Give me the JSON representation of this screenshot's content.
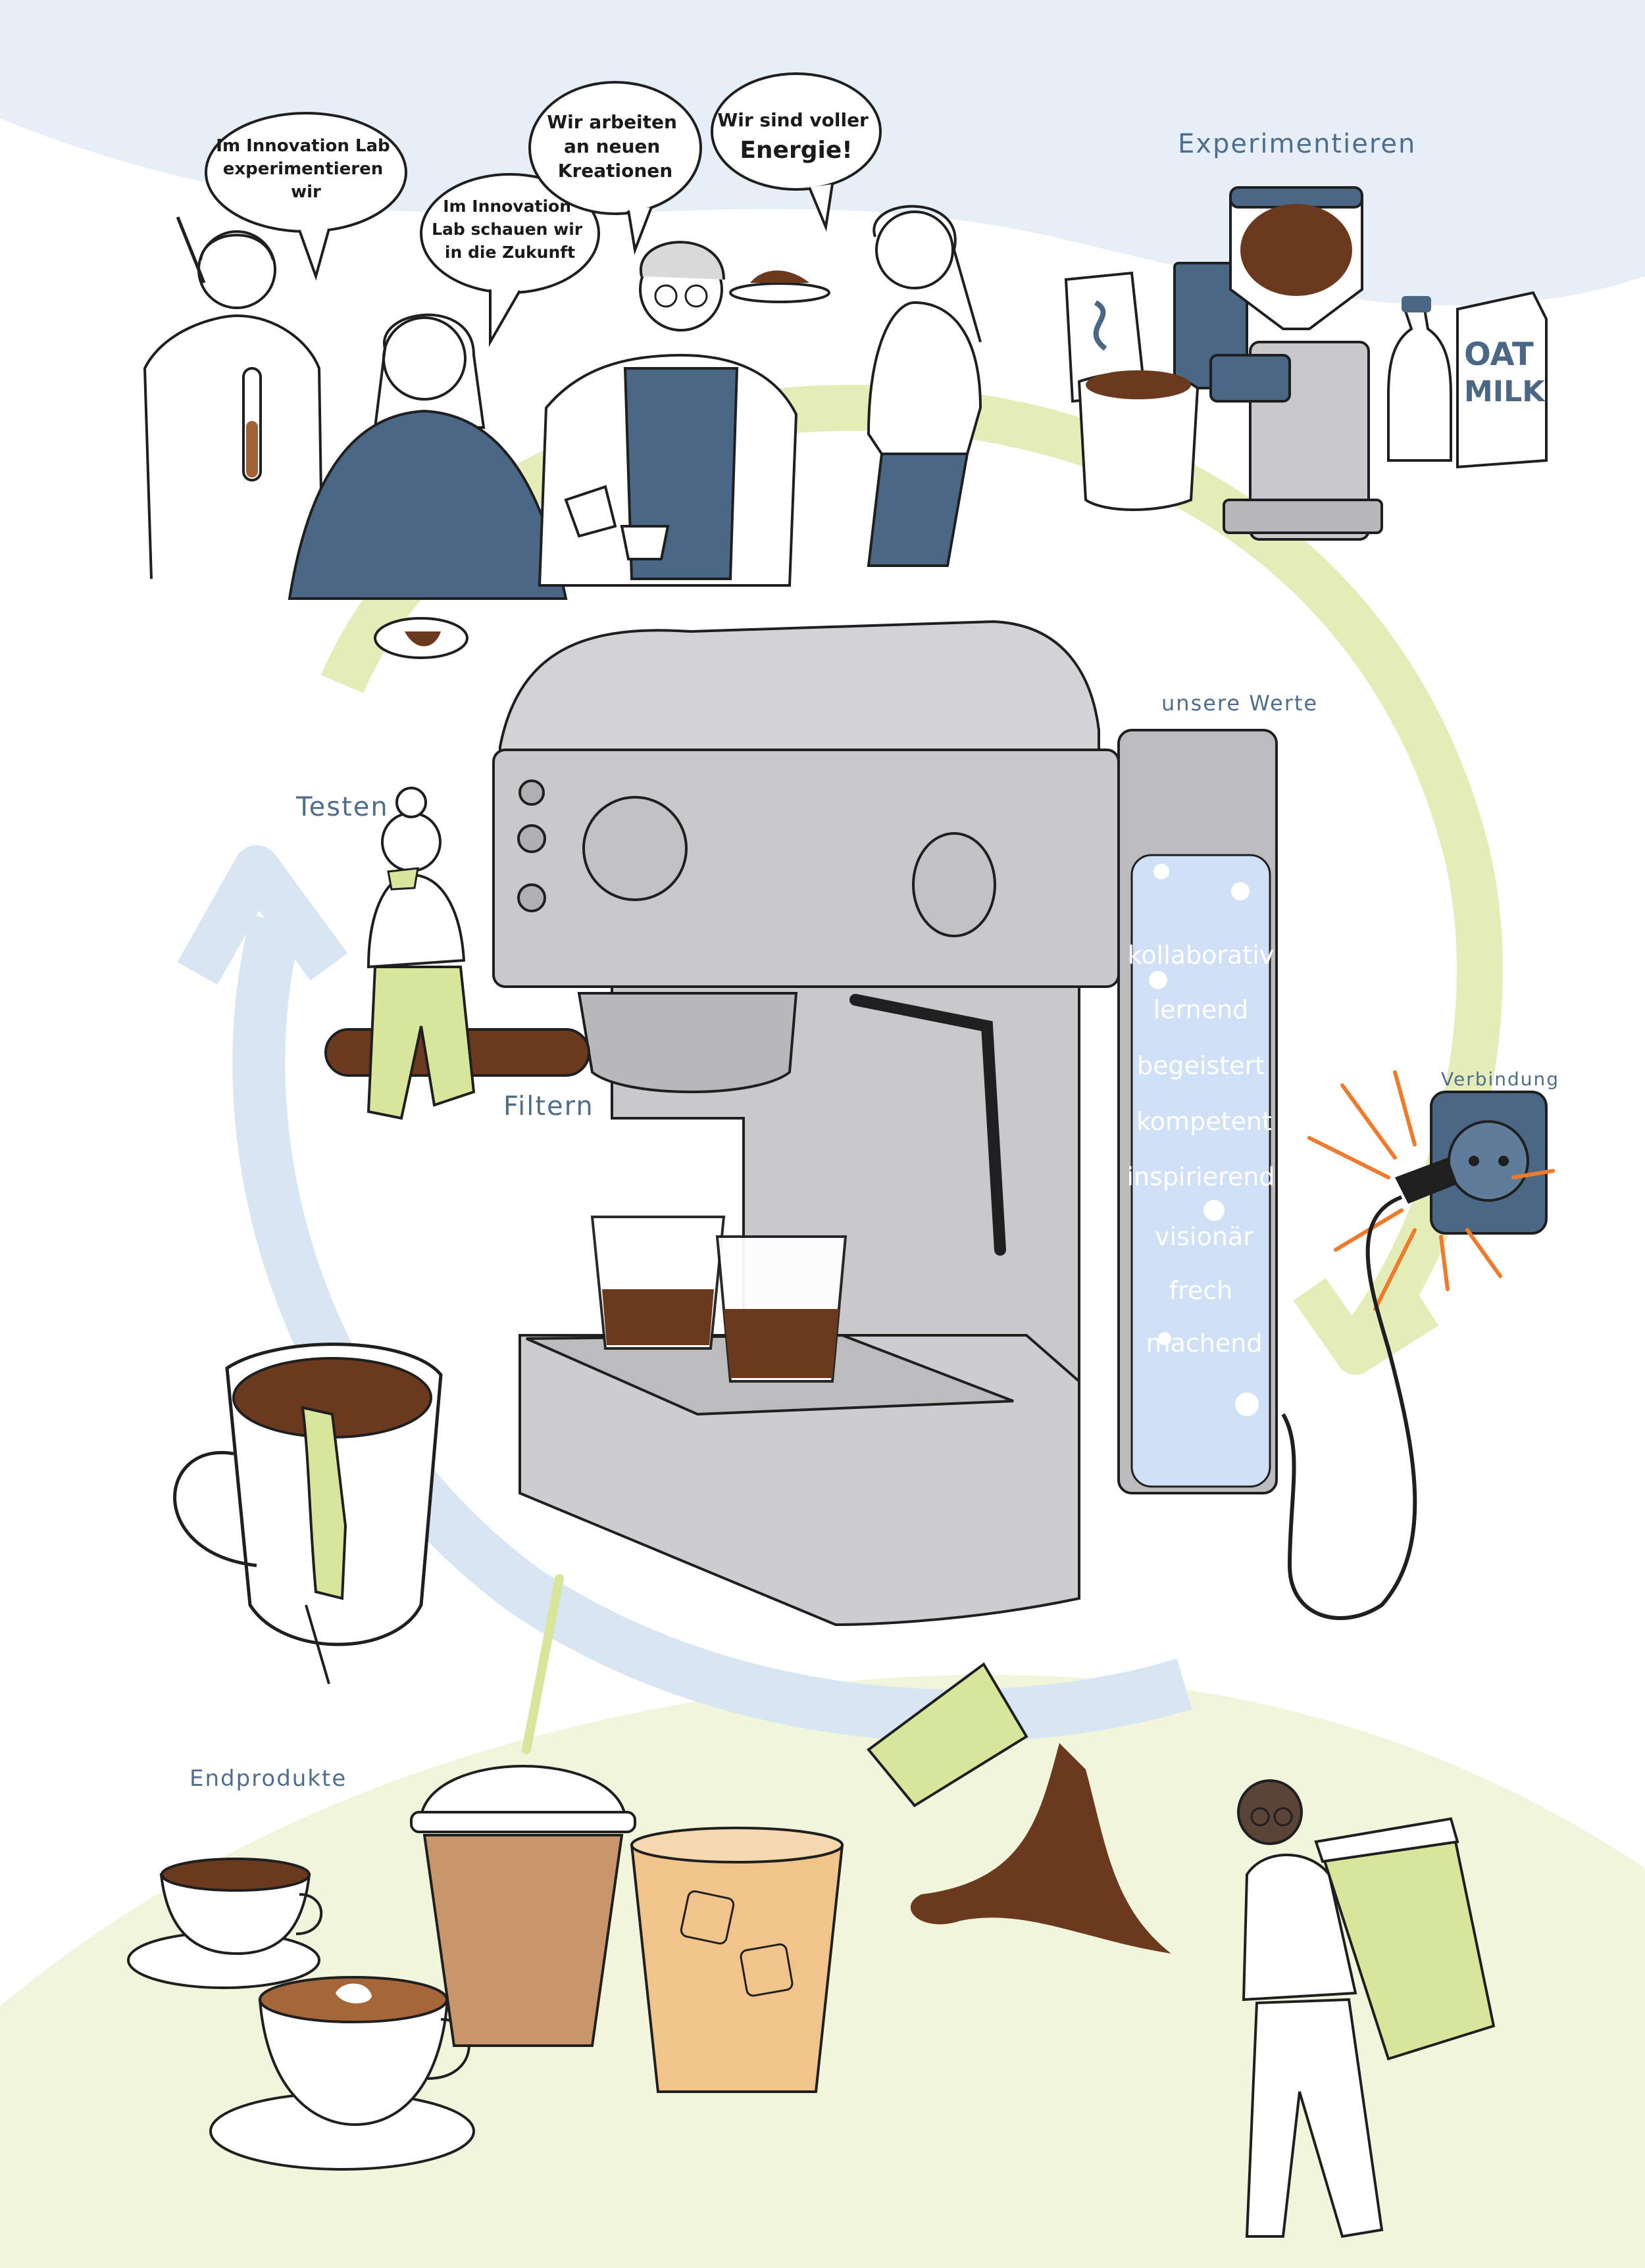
{
  "sections": {
    "experimentieren": "Experimentieren",
    "testen": "Testen",
    "filtern": "Filtern",
    "unsere_werte": "unsere Werte",
    "verbindung": "Verbindung",
    "endprodukte": "Endprodukte"
  },
  "bubbles": [
    {
      "lines": [
        "Im Innovation Lab",
        "experimentieren",
        "wir"
      ]
    },
    {
      "lines": [
        "Im Innovation",
        "Lab schauen wir",
        "in die Zukunft"
      ]
    },
    {
      "lines": [
        "Wir arbeiten",
        "an neuen",
        "Kreationen"
      ]
    },
    {
      "lines": [
        "Wir sind voller",
        "Energie!"
      ]
    }
  ],
  "values": [
    "kollaborativ",
    "lernend",
    "begeistert",
    "kompetent",
    "inspirierend",
    "visionär",
    "frech",
    "machend"
  ],
  "products": {
    "oat_milk": [
      "OAT",
      "MILK"
    ]
  },
  "colors": {
    "ink": "#1f1f1f",
    "navy": "#4a6885",
    "lime": "#d7e69a",
    "sky": "#d8e6f3",
    "coffee": "#6b3a1e",
    "steel": "#c9c9cc",
    "water": "#cfe0f7",
    "spark": "#f07a2a"
  }
}
